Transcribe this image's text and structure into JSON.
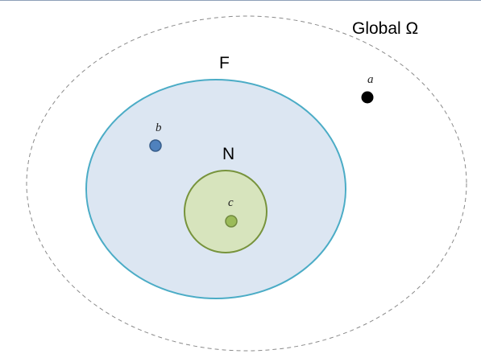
{
  "diagram": {
    "global_set": {
      "label": "Global Ω",
      "border_color": "#7f7f7f"
    },
    "set_f": {
      "label": "F",
      "fill_color": "#dce6f2",
      "border_color": "#4bacc6"
    },
    "set_n": {
      "label": "N",
      "fill_color": "#d7e4bd",
      "border_color": "#77933c"
    },
    "points": {
      "a": {
        "label": "a",
        "color": "#000000"
      },
      "b": {
        "label": "b",
        "color": "#4f81bd"
      },
      "c": {
        "label": "c",
        "color": "#9bbb59"
      }
    }
  }
}
